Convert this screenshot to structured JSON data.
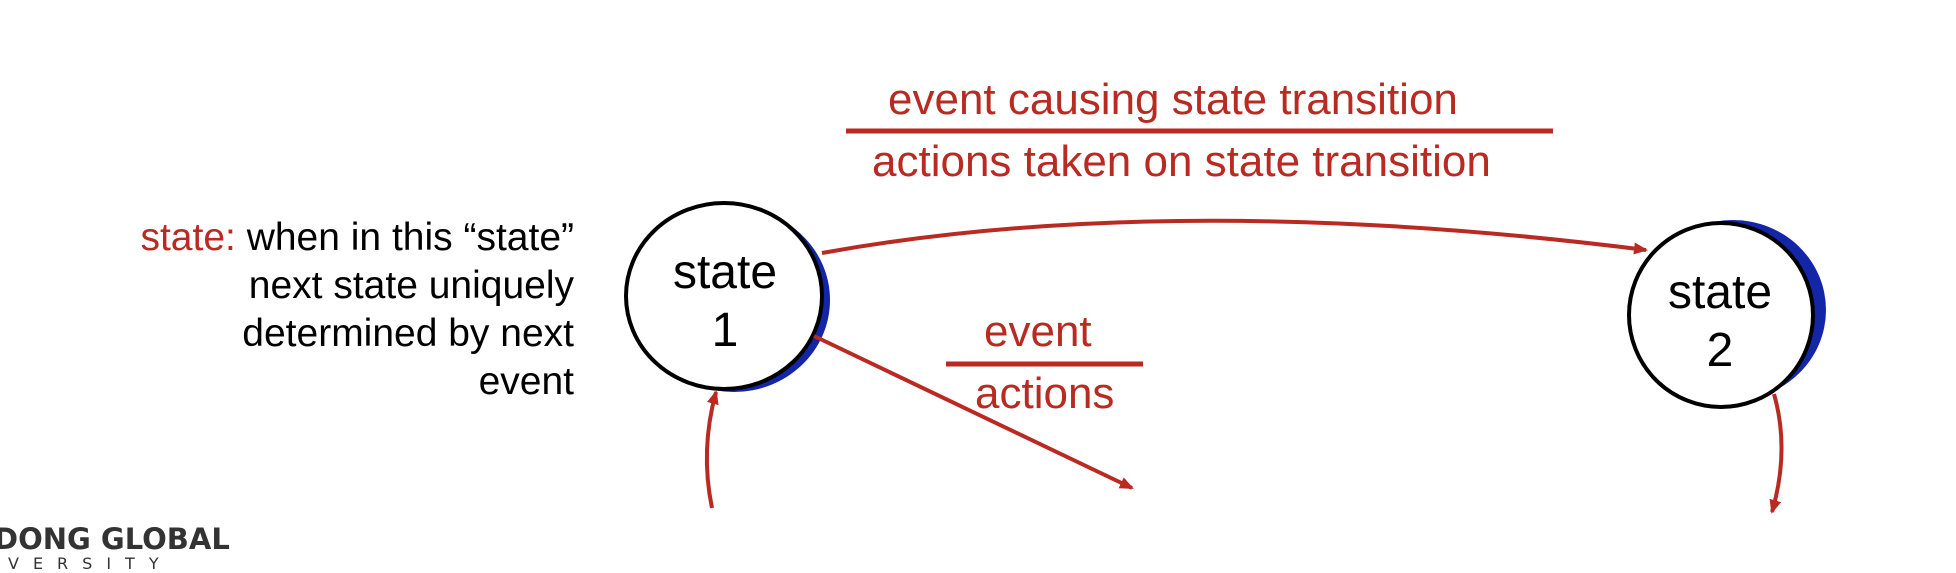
{
  "transition_top": {
    "event": "event causing state transition",
    "actions": "actions taken on state transition"
  },
  "transition_small": {
    "event": "event",
    "actions": "actions"
  },
  "state_description": {
    "term": "state:",
    "line1": "when in this “state”",
    "line2": "next state uniquely",
    "line3": "determined by next",
    "line4": "event"
  },
  "states": [
    {
      "name": "state",
      "number": "1"
    },
    {
      "name": "state",
      "number": "2"
    }
  ],
  "logo": {
    "text": "DONG GLOBAL",
    "sub": "VERSITY"
  },
  "colors": {
    "accent_red": "#b82a22",
    "shadow_blue": "#1426a8",
    "text": "#000000"
  }
}
